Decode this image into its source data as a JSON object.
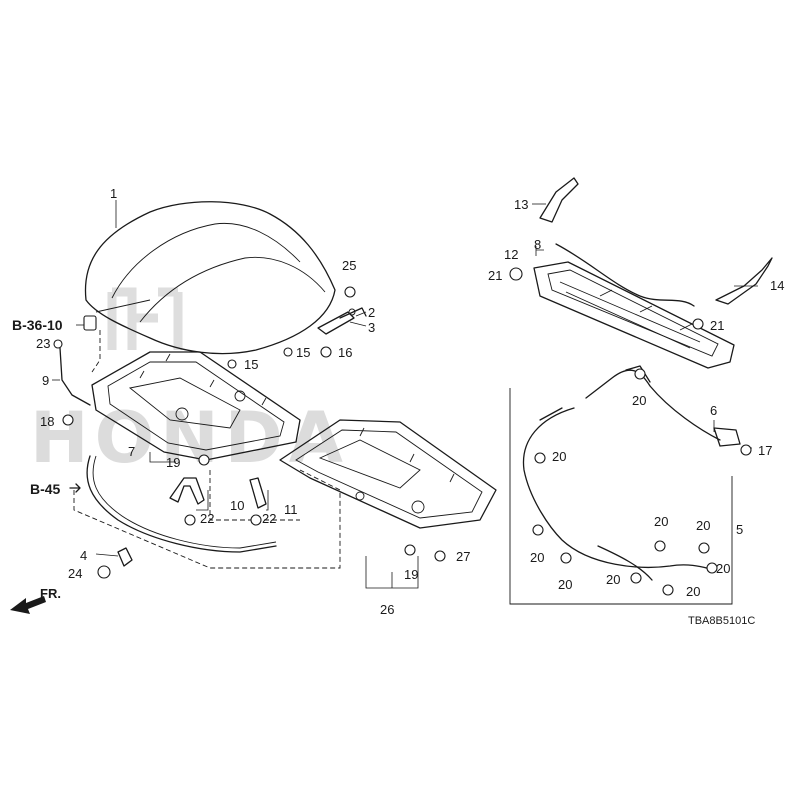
{
  "diagram_code": "TBA8B5101C",
  "watermark": "HONDA",
  "ref_labels": [
    "B-36-10",
    "B-45"
  ],
  "front_indicator": "FR.",
  "part_numbers": [
    "1",
    "2",
    "3",
    "4",
    "5",
    "6",
    "7",
    "8",
    "9",
    "10",
    "11",
    "12",
    "13",
    "14",
    "15",
    "16",
    "17",
    "18",
    "19",
    "20",
    "21",
    "22",
    "23",
    "24",
    "25",
    "26",
    "27"
  ],
  "group_counts": {
    "20": 9,
    "21": 2,
    "22": 2,
    "15": 2,
    "19": 2
  }
}
